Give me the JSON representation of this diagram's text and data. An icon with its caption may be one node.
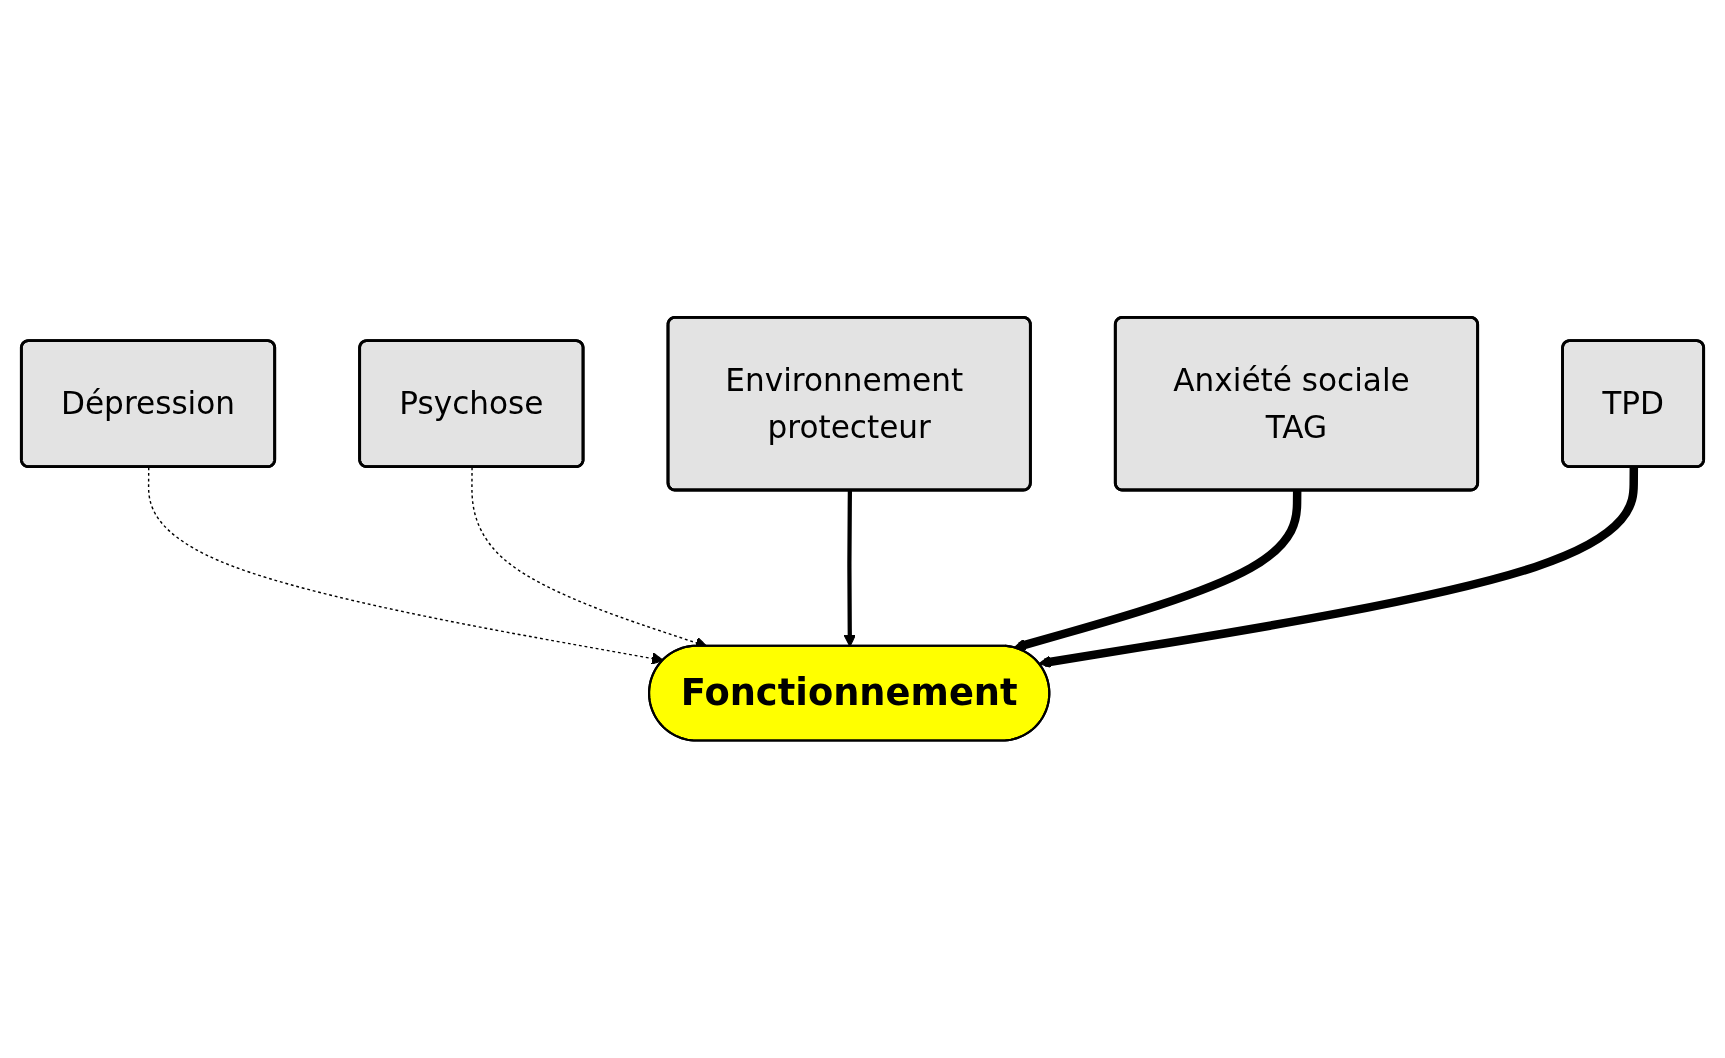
{
  "diagram": {
    "nodes": [
      {
        "text": [
          "Dépression"
        ]
      },
      {
        "text": [
          "Psychose"
        ]
      },
      {
        "text": [
          "Environnement protecteur"
        ]
      },
      {
        "text": [
          "Fonctionnement"
        ]
      },
      {
        "text": [
          "Anxiété sociale TAG"
        ]
      },
      {
        "text": [
          "TPD"
        ]
      }
    ],
    "edges": [
      {
        "from": 0,
        "to": 3,
        "arrow": "to",
        "style": "dashed"
      },
      {
        "from": 1,
        "to": 3,
        "arrow": "to",
        "style": "dashed"
      },
      {
        "from": 2,
        "to": 3,
        "arrow": "to"
      },
      {
        "from": 4,
        "to": 3,
        "arrow": "to",
        "style": "thick"
      },
      {
        "from": 5,
        "to": 3,
        "arrow": "to",
        "style": "thick"
      }
    ]
  }
}
